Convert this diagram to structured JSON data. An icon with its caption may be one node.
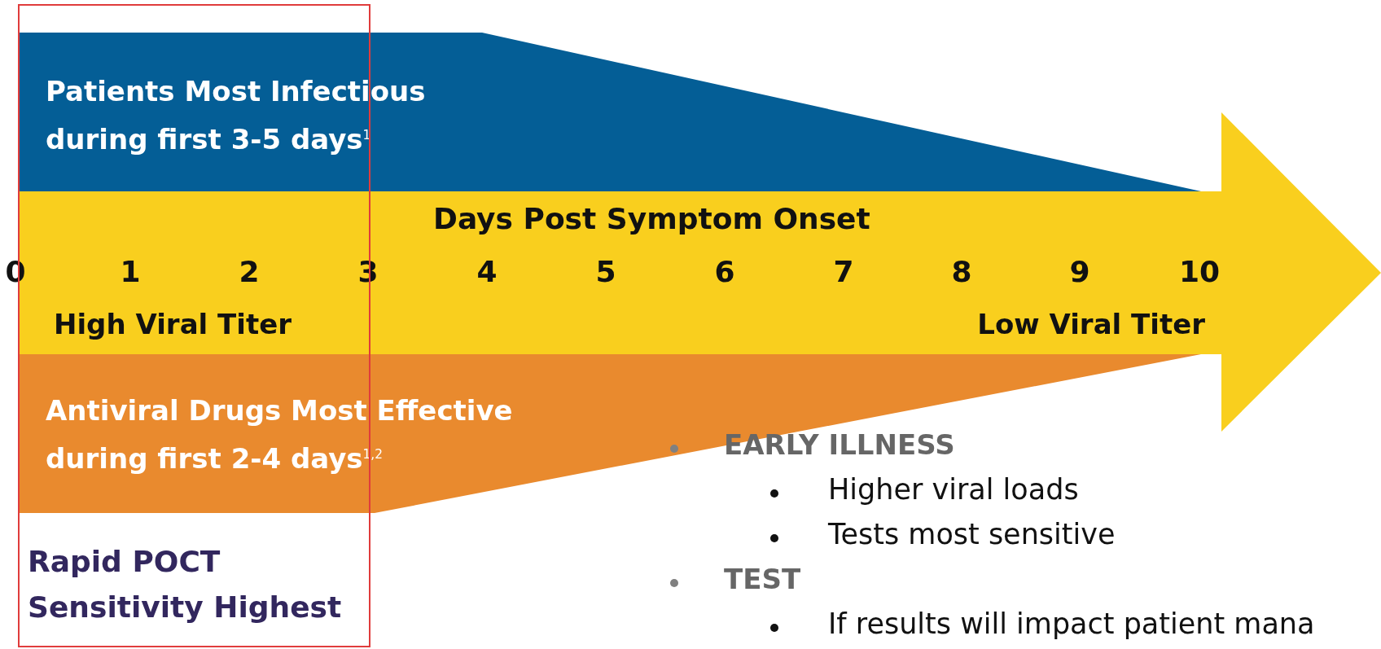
{
  "diagram": {
    "nodes": [
      {
        "text": [
          "Patients Most Infectious during first 3-5 days$^{1}$"
        ]
      },
      {
        "text": [
          "Days Post Symptom Onset"
        ]
      },
      {
        "text": [
          "Antiviral Drugs Most Effective during first 2-4 days$^{1,2}$"
        ]
      },
      {
        "text": [
          "Rapid POCT Sensitivity Highest"
        ]
      }
    ],
    "edges": [],
    "labels": [
      "0",
      "1",
      "2",
      "3",
      "4",
      "5",
      "6",
      "7",
      "8",
      "9",
      "10",
      "High Viral Titer",
      "Low Viral Titer",
      "EARLY ILLNESS",
      "Higher viral loads",
      "Tests most sensitive",
      "TEST",
      "If results will impact patient mana"
    ]
  }
}
